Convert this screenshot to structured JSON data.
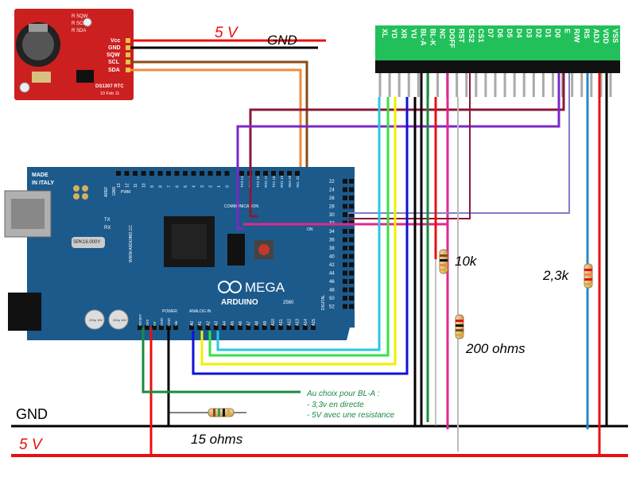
{
  "rtc_module": {
    "name": "DS1307 RTC",
    "date": "10 Feb 11",
    "top_pins": [
      "R SQW",
      "R SCL",
      "R SDA"
    ],
    "side_pins": [
      "Vcc",
      "GND",
      "SQW",
      "SCL",
      "SDA"
    ]
  },
  "arduino": {
    "made_in": "MADE",
    "made_in_2": "IN ITALY",
    "brand": "ARDUINO",
    "model": "MEGA",
    "model_num": "2560",
    "crystal": "SPK16.000Y",
    "url": "WWW.ARDUINO.CC",
    "power_label": "POWER",
    "analog_label": "ANALOG IN",
    "comm_label": "COMMUNICATION",
    "digital_label": "DIGITAL",
    "pwm_label": "PWM",
    "aref": "AREF",
    "gnd": "GND",
    "tx": "TX",
    "rx": "RX",
    "on": "ON",
    "power_pins": [
      "RESET",
      "3V3",
      "5V",
      "GND",
      "GND",
      "Vin"
    ],
    "analog_pins": [
      "A0",
      "A1",
      "A2",
      "A3",
      "A4",
      "A5",
      "A6",
      "A7",
      "A8",
      "A9",
      "A10",
      "A11",
      "A12",
      "A13",
      "A14",
      "A15"
    ],
    "comm_pins": [
      "TX3 14",
      "RX3 15",
      "TX2 16",
      "RX2 17",
      "TX1 18",
      "RX1 19",
      "SDA 20",
      "SCL 21"
    ],
    "digital_top": [
      "22",
      "24",
      "26",
      "28",
      "30",
      "32",
      "34",
      "36",
      "38",
      "40",
      "42",
      "44",
      "46",
      "48",
      "50",
      "52"
    ],
    "pwm_pins": [
      "13",
      "12",
      "11",
      "10",
      "9",
      "8",
      "7",
      "6",
      "5",
      "4",
      "3",
      "2",
      "1",
      "0"
    ],
    "cap1": "220µ 16V",
    "cap2": "220µ 16V"
  },
  "lcd": {
    "pins": [
      "VSS",
      "VDD",
      "ADJ",
      "RS",
      "R/W",
      "E",
      "D0",
      "D1",
      "D2",
      "D3",
      "D4",
      "D5",
      "D6",
      "D7",
      "CS1",
      "CS2",
      "RST",
      "DOFF",
      "NC",
      "BL-K",
      "BL-A",
      "YU",
      "XR",
      "YD",
      "XL"
    ]
  },
  "labels": {
    "five_v_top": "5 V",
    "gnd_top": "GND",
    "gnd_bottom": "GND",
    "five_v_bottom": "5 V",
    "r_10k": "10k",
    "r_200": "200 ohms",
    "r_23k": "2,3k",
    "r_15": "15 ohms",
    "note_line1": "Au choix pour BL-A :",
    "note_line2": "- 3,3v en directe",
    "note_line3": "- 5V avec une resistance"
  },
  "colors": {
    "rtc_board": "#cc1f1f",
    "arduino_board": "#1c5a8c",
    "lcd_pcb": "#22c05a",
    "wire_5v": "#e81010",
    "wire_gnd": "#000000",
    "wire_scl": "#8a4a14",
    "wire_sda": "#f08a3a",
    "wire_maroon": "#8a1838",
    "wire_purple": "#7a28c8",
    "wire_pink": "#e0288c",
    "wire_lavender": "#8080c8",
    "wire_green_dark": "#1a8a40",
    "wire_blue": "#1010d8",
    "wire_cyan": "#28c8e0",
    "wire_green_light": "#38e048",
    "wire_yellow": "#f0f000",
    "wire_cyan_lcd": "#2888c8",
    "note_text": "#1a8a40"
  }
}
